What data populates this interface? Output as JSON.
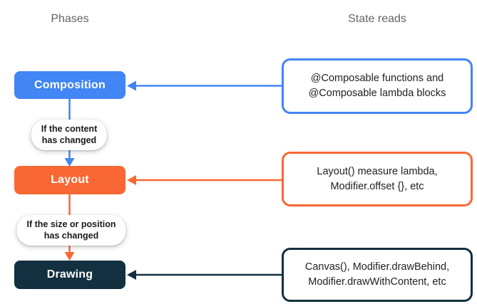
{
  "diagram": {
    "title_left": "Phases",
    "title_right": "State reads",
    "colors": {
      "composition_blue": "#4285f4",
      "layout_orange": "#f86734",
      "drawing_navy": "#12303f",
      "header_gray": "#5f6368",
      "body_text": "#202124"
    },
    "phases": [
      {
        "label": "Composition"
      },
      {
        "label": "Layout"
      },
      {
        "label": "Drawing"
      }
    ],
    "conditions": [
      {
        "line1": "If the content",
        "line2": "has changed"
      },
      {
        "line1": "If the size or position",
        "line2": "has changed"
      }
    ],
    "state_reads": [
      {
        "line1": "@Composable functions and",
        "line2": "@Composable lambda blocks"
      },
      {
        "line1": "Layout() measure lambda,",
        "line2": "Modifier.offset {}, etc"
      },
      {
        "line1": "Canvas(), Modifier.drawBehind,",
        "line2": "Modifier.drawWithContent, etc"
      }
    ]
  }
}
